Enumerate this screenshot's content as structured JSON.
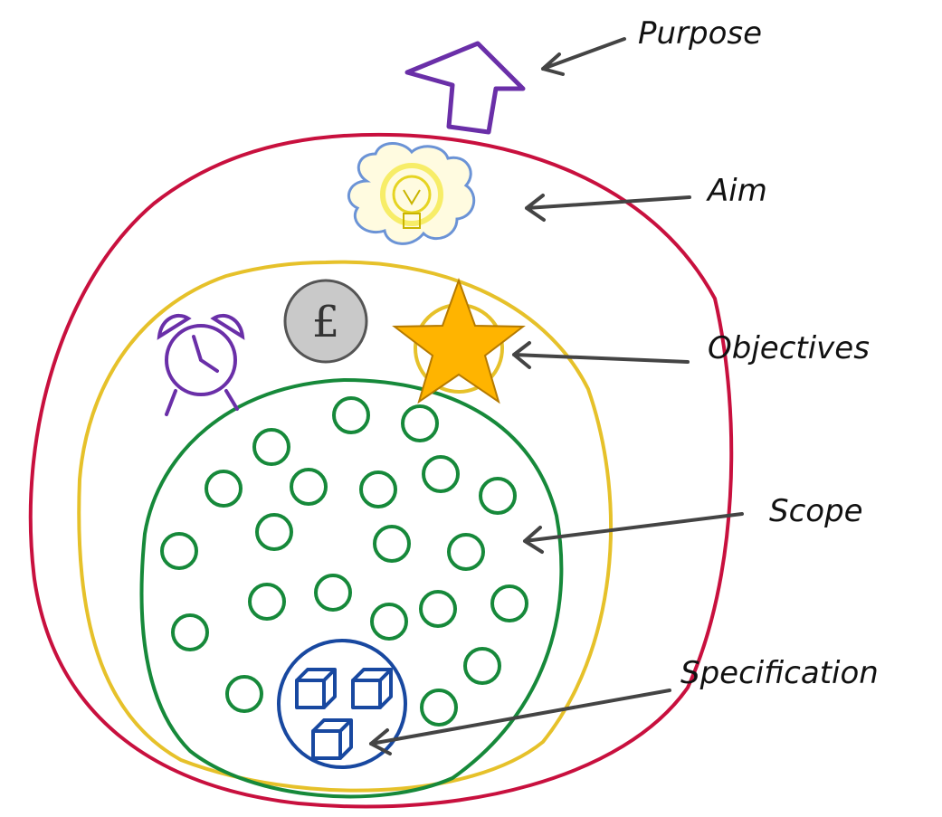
{
  "labels": {
    "purpose": "Purpose",
    "aim": "Aim",
    "objectives": "Objectives",
    "scope": "Scope",
    "specification": "Specification"
  },
  "icons": {
    "purpose": "up-arrow-icon",
    "aim": "lightbulb-cloud-icon",
    "objectives_money": "pound-coin-icon",
    "objectives_time": "alarm-clock-icon",
    "objectives_quality": "star-icon",
    "specification": "cubes-icon"
  },
  "coin_symbol": "£",
  "colors": {
    "purpose": "#6a2fa8",
    "aim_outline": "#c8103e",
    "objectives_outline": "#e6c12a",
    "scope_outline": "#16893a",
    "specification_outline": "#1848a0",
    "star_fill": "#ffb400",
    "coin_fill": "#c9c9c9",
    "bulb_glow": "#f5ea4a",
    "cloud": "#6b93d6",
    "arrow": "#444444"
  }
}
